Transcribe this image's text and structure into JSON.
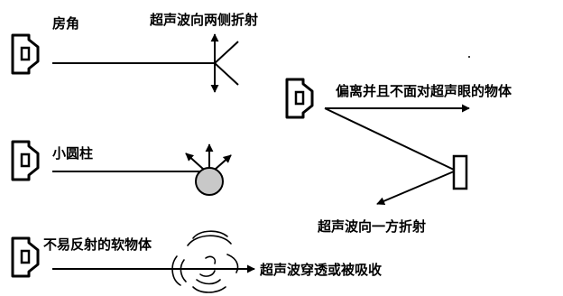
{
  "labels": {
    "corner": "房角",
    "corner_refraction": "超声波向两侧折射",
    "cylinder": "小圆柱",
    "offset_object": "偏离并且不面对超声眼的物体",
    "one_side_refraction": "超声波向一方折射",
    "soft_object": "不易反射的软物体",
    "absorption": "超声波穿透或被吸收"
  },
  "colors": {
    "ink": "#000000",
    "cylinder_fill": "#c8c8c8"
  },
  "icons": [
    "sensor-icon",
    "sensor-icon",
    "sensor-icon",
    "sensor-icon",
    "corner-icon",
    "cylinder-icon",
    "plate-icon",
    "soft-object-icon"
  ]
}
